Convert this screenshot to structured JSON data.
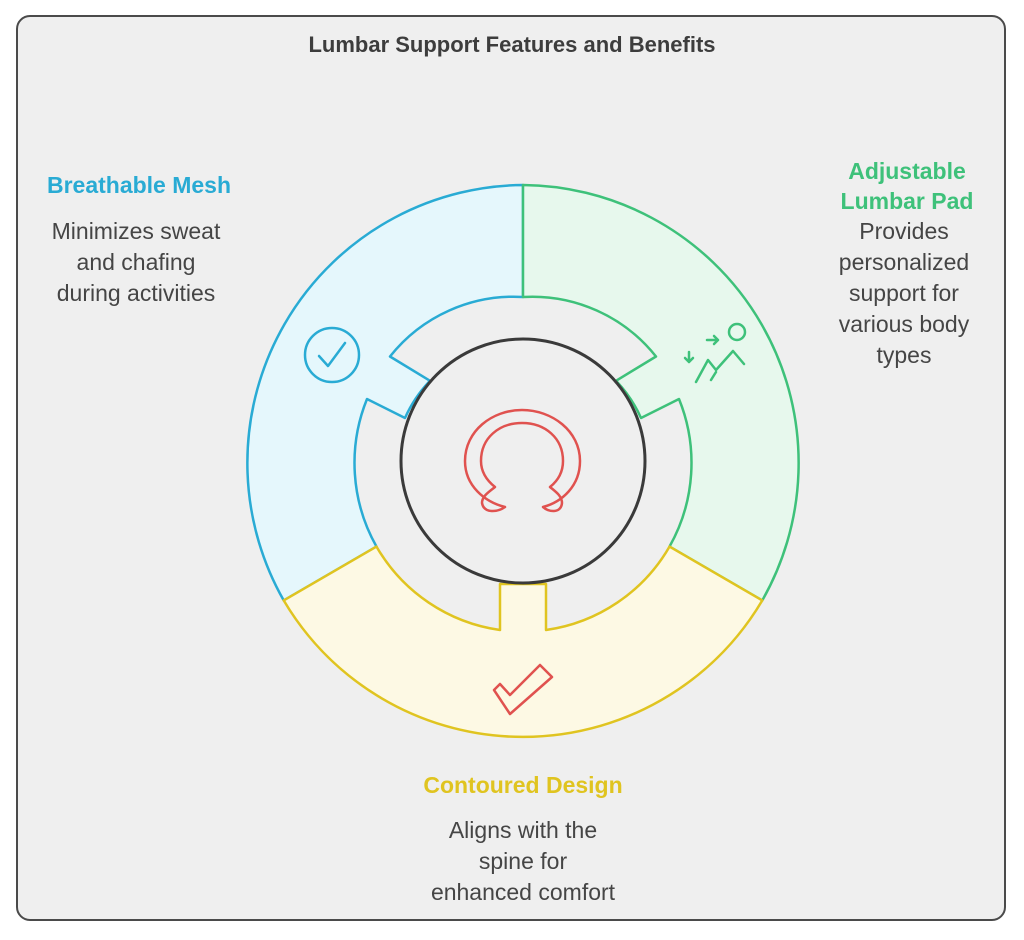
{
  "title": "Lumbar Support Features and Benefits",
  "colors": {
    "mesh": "#29abd4",
    "pad": "#3ec17a",
    "design": "#e0c420",
    "center": "#e0524f",
    "hub": "#3a3a3a"
  },
  "segments": [
    {
      "id": "breathable-mesh",
      "heading": "Breathable Mesh",
      "description_lines": [
        "Minimizes sweat",
        "and chafing",
        "during activities"
      ],
      "icon": "checkmark-circle-icon",
      "color": "#29abd4"
    },
    {
      "id": "adjustable-lumbar-pad",
      "heading_lines": [
        "Adjustable",
        "Lumbar Pad"
      ],
      "description_lines": [
        "Provides",
        "personalized",
        "support for",
        "various body",
        "types"
      ],
      "icon": "reclining-seat-icon",
      "color": "#3ec17a"
    },
    {
      "id": "contoured-design",
      "heading": "Contoured Design",
      "description_lines": [
        "Aligns with the",
        "spine for",
        "enhanced comfort"
      ],
      "icon": "checkmark-icon",
      "color": "#e0c420"
    }
  ],
  "center_icon": "u-shaped-cushion-icon"
}
